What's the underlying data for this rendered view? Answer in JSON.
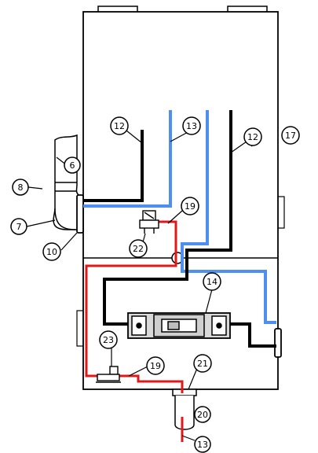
{
  "diagram": {
    "callouts": [
      {
        "id": "c6",
        "label": "6"
      },
      {
        "id": "c7",
        "label": "7"
      },
      {
        "id": "c8",
        "label": "8"
      },
      {
        "id": "c10",
        "label": "10"
      },
      {
        "id": "c12a",
        "label": "12"
      },
      {
        "id": "c12b",
        "label": "12"
      },
      {
        "id": "c13a",
        "label": "13"
      },
      {
        "id": "c13b",
        "label": "13"
      },
      {
        "id": "c14",
        "label": "14"
      },
      {
        "id": "c17",
        "label": "17"
      },
      {
        "id": "c19a",
        "label": "19"
      },
      {
        "id": "c19b",
        "label": "19"
      },
      {
        "id": "c20",
        "label": "20"
      },
      {
        "id": "c21",
        "label": "21"
      },
      {
        "id": "c22",
        "label": "22"
      },
      {
        "id": "c23",
        "label": "23"
      }
    ],
    "colors": {
      "outline": "#000000",
      "black_wire": "#000000",
      "blue_wire": "#4f8ff0",
      "red_wire": "#e01818",
      "background": "#ffffff"
    }
  }
}
